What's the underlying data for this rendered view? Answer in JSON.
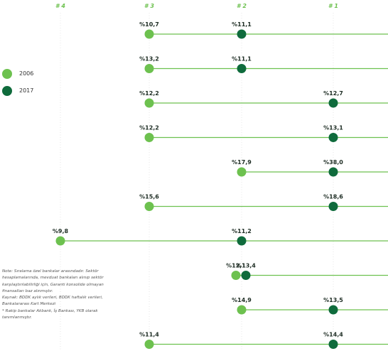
{
  "colors": {
    "y2006": "#6dc14f",
    "y2017": "#0f6b3c",
    "line": "#6dc14f",
    "grid": "#d6d6d6",
    "rank_text": "#6dc14f"
  },
  "chart_data": {
    "type": "dot-plot",
    "xlabel": "",
    "ylabel": "",
    "axis_categories": [
      "# 4",
      "# 3",
      "# 2",
      "# 1"
    ],
    "legend": [
      "2006",
      "2017"
    ],
    "rows": [
      {
        "y2006_rank": 3,
        "y2006_label": "%10,7",
        "y2017_rank": 2,
        "y2017_label": "%11,1"
      },
      {
        "y2006_rank": 3,
        "y2006_label": "%13,2",
        "y2017_rank": 2,
        "y2017_label": "%11,1"
      },
      {
        "y2006_rank": 3,
        "y2006_label": "%12,2",
        "y2017_rank": 1,
        "y2017_label": "%12,7"
      },
      {
        "y2006_rank": 3,
        "y2006_label": "%12,2",
        "y2017_rank": 1,
        "y2017_label": "%13,1"
      },
      {
        "y2006_rank": 2,
        "y2006_label": "%17,9",
        "y2017_rank": 1,
        "y2017_label": "%38,0"
      },
      {
        "y2006_rank": 3,
        "y2006_label": "%15,6",
        "y2017_rank": 1,
        "y2017_label": "%18,6"
      },
      {
        "y2006_rank": 4,
        "y2006_label": "%9,8",
        "y2017_rank": 2,
        "y2017_label": "%11,2"
      },
      {
        "y2006_rank": 2,
        "y2006_label": "%12,1",
        "y2017_rank": 2,
        "y2017_label": "%13,4"
      },
      {
        "y2006_rank": 2,
        "y2006_label": "%14,9",
        "y2017_rank": 1,
        "y2017_label": "%13,5"
      },
      {
        "y2006_rank": 3,
        "y2006_label": "%11,4",
        "y2017_rank": 1,
        "y2017_label": "%14,4"
      }
    ]
  },
  "note": {
    "lines": [
      "Note: Sıralama özel bankalar arasındadır. Sektör hesaplamalarında, mevduat bankaları alınıp sektör karşılaştırılabilirliği için, Garanti konsolide olmayan finansalları baz alınmıştır.",
      "Kaynak: BDDK aylık verileri, BDDK haftalık verileri, Bankalararası Kart Merkezi",
      "* Rakip bankalar Akbank, İş Bankası, YKB olarak tanımlanmıştır."
    ]
  }
}
